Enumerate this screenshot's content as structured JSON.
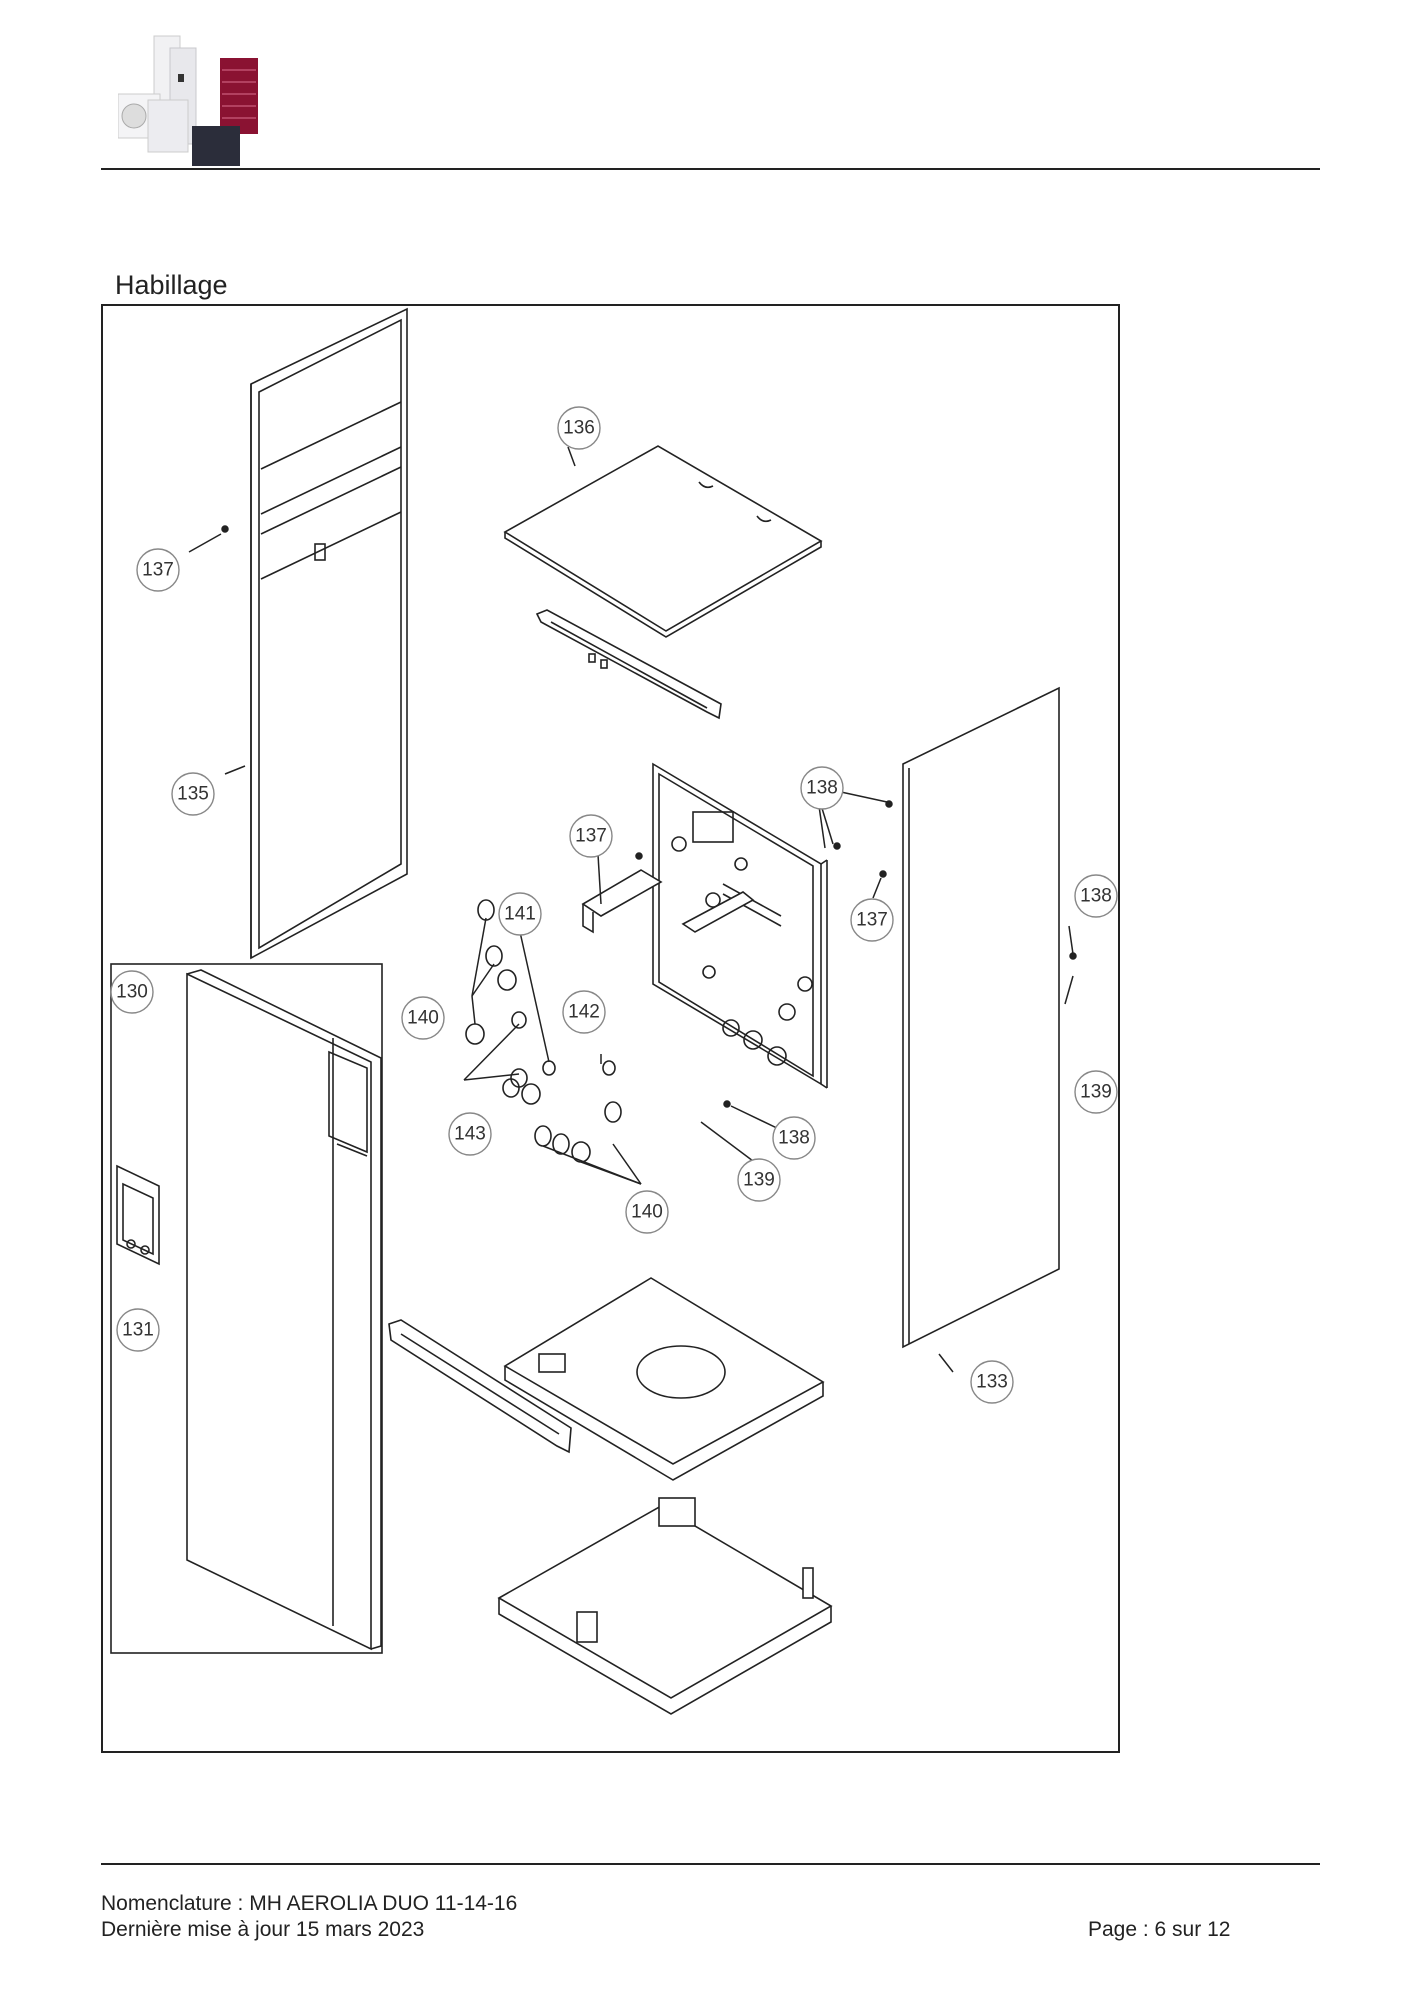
{
  "header": {
    "logo_icon": "product-range-logo-icon"
  },
  "section": {
    "title": "Habillage"
  },
  "diagram": {
    "callouts": [
      "136",
      "137",
      "135",
      "130",
      "131",
      "141",
      "140",
      "143",
      "142",
      "137",
      "138",
      "137",
      "138",
      "138",
      "139",
      "139",
      "140",
      "133"
    ]
  },
  "footer": {
    "line1": "Nomenclature : MH AEROLIA DUO 11-14-16",
    "line2": "Dernière mise à jour 15 mars 2023",
    "page": "Page : 6 sur 12"
  },
  "colors": {
    "accent_dark_red": "#8a1232",
    "panel_dark": "#2b2d3a",
    "line": "#222222"
  }
}
